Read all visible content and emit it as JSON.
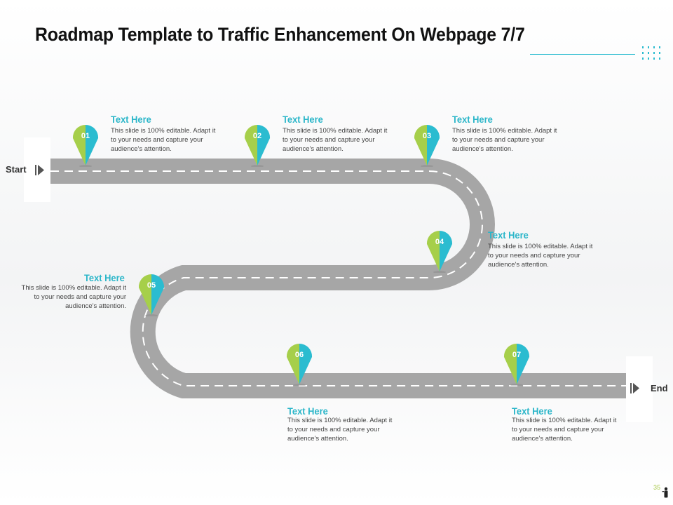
{
  "slide": {
    "title": "Roadmap Template to Traffic Enhancement On Webpage 7/7",
    "page_number": "35"
  },
  "road": {
    "start_label": "Start",
    "end_label": "End"
  },
  "colors": {
    "accent_teal": "#2bbcd0",
    "accent_green": "#a6cf4a",
    "road_gray": "#a6a6a6",
    "heading_teal": "#2bb6c9"
  },
  "milestones": [
    {
      "number": "01",
      "heading": "Text Here",
      "text": "This slide is 100% editable. Adapt it to your needs and capture your audience's attention."
    },
    {
      "number": "02",
      "heading": "Text Here",
      "text": "This slide is 100% editable. Adapt it to your needs and capture your audience's attention."
    },
    {
      "number": "03",
      "heading": "Text Here",
      "text": "This slide is 100% editable. Adapt it to your needs and capture your audience's attention."
    },
    {
      "number": "04",
      "heading": "Text Here",
      "text": "This slide is 100% editable. Adapt it to your needs and capture your audience's attention."
    },
    {
      "number": "05",
      "heading": "Text Here",
      "text": "This slide is 100% editable. Adapt it to your needs and capture your audience's attention."
    },
    {
      "number": "06",
      "heading": "Text Here",
      "text": "This slide is 100% editable. Adapt it to your needs and capture your audience's attention."
    },
    {
      "number": "07",
      "heading": "Text Here",
      "text": "This slide is 100% editable. Adapt it to your needs and capture your audience's attention."
    }
  ],
  "icons": {
    "start_marker": "play-arrow-icon",
    "end_marker": "play-arrow-icon",
    "title_decoration": "dotted-grid-icon",
    "footer": "person-icon"
  }
}
